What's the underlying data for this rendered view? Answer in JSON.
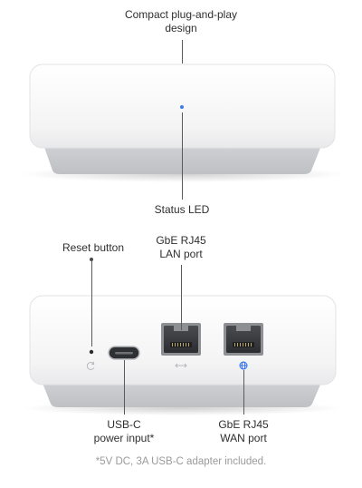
{
  "callouts": {
    "compact_design": [
      "Compact plug-and-play",
      "design"
    ],
    "status_led": [
      "Status LED"
    ],
    "reset_button": [
      "Reset button"
    ],
    "lan_port": [
      "GbE RJ45",
      "LAN port"
    ],
    "usb_c": [
      "USB-C",
      "power input*"
    ],
    "wan_port": [
      "GbE RJ45",
      "WAN port"
    ]
  },
  "footnote": "*5V DC, 3A USB-C adapter included.",
  "icons": {
    "reset": "reset-arrow-icon",
    "lan": "lan-arrows-icon",
    "wan": "globe-icon"
  },
  "colors": {
    "device_body": "#f7f7f8",
    "device_shadow": "#cfd0d3",
    "status_led": "#3d7bf0",
    "wan_icon": "#2f6fe8"
  }
}
